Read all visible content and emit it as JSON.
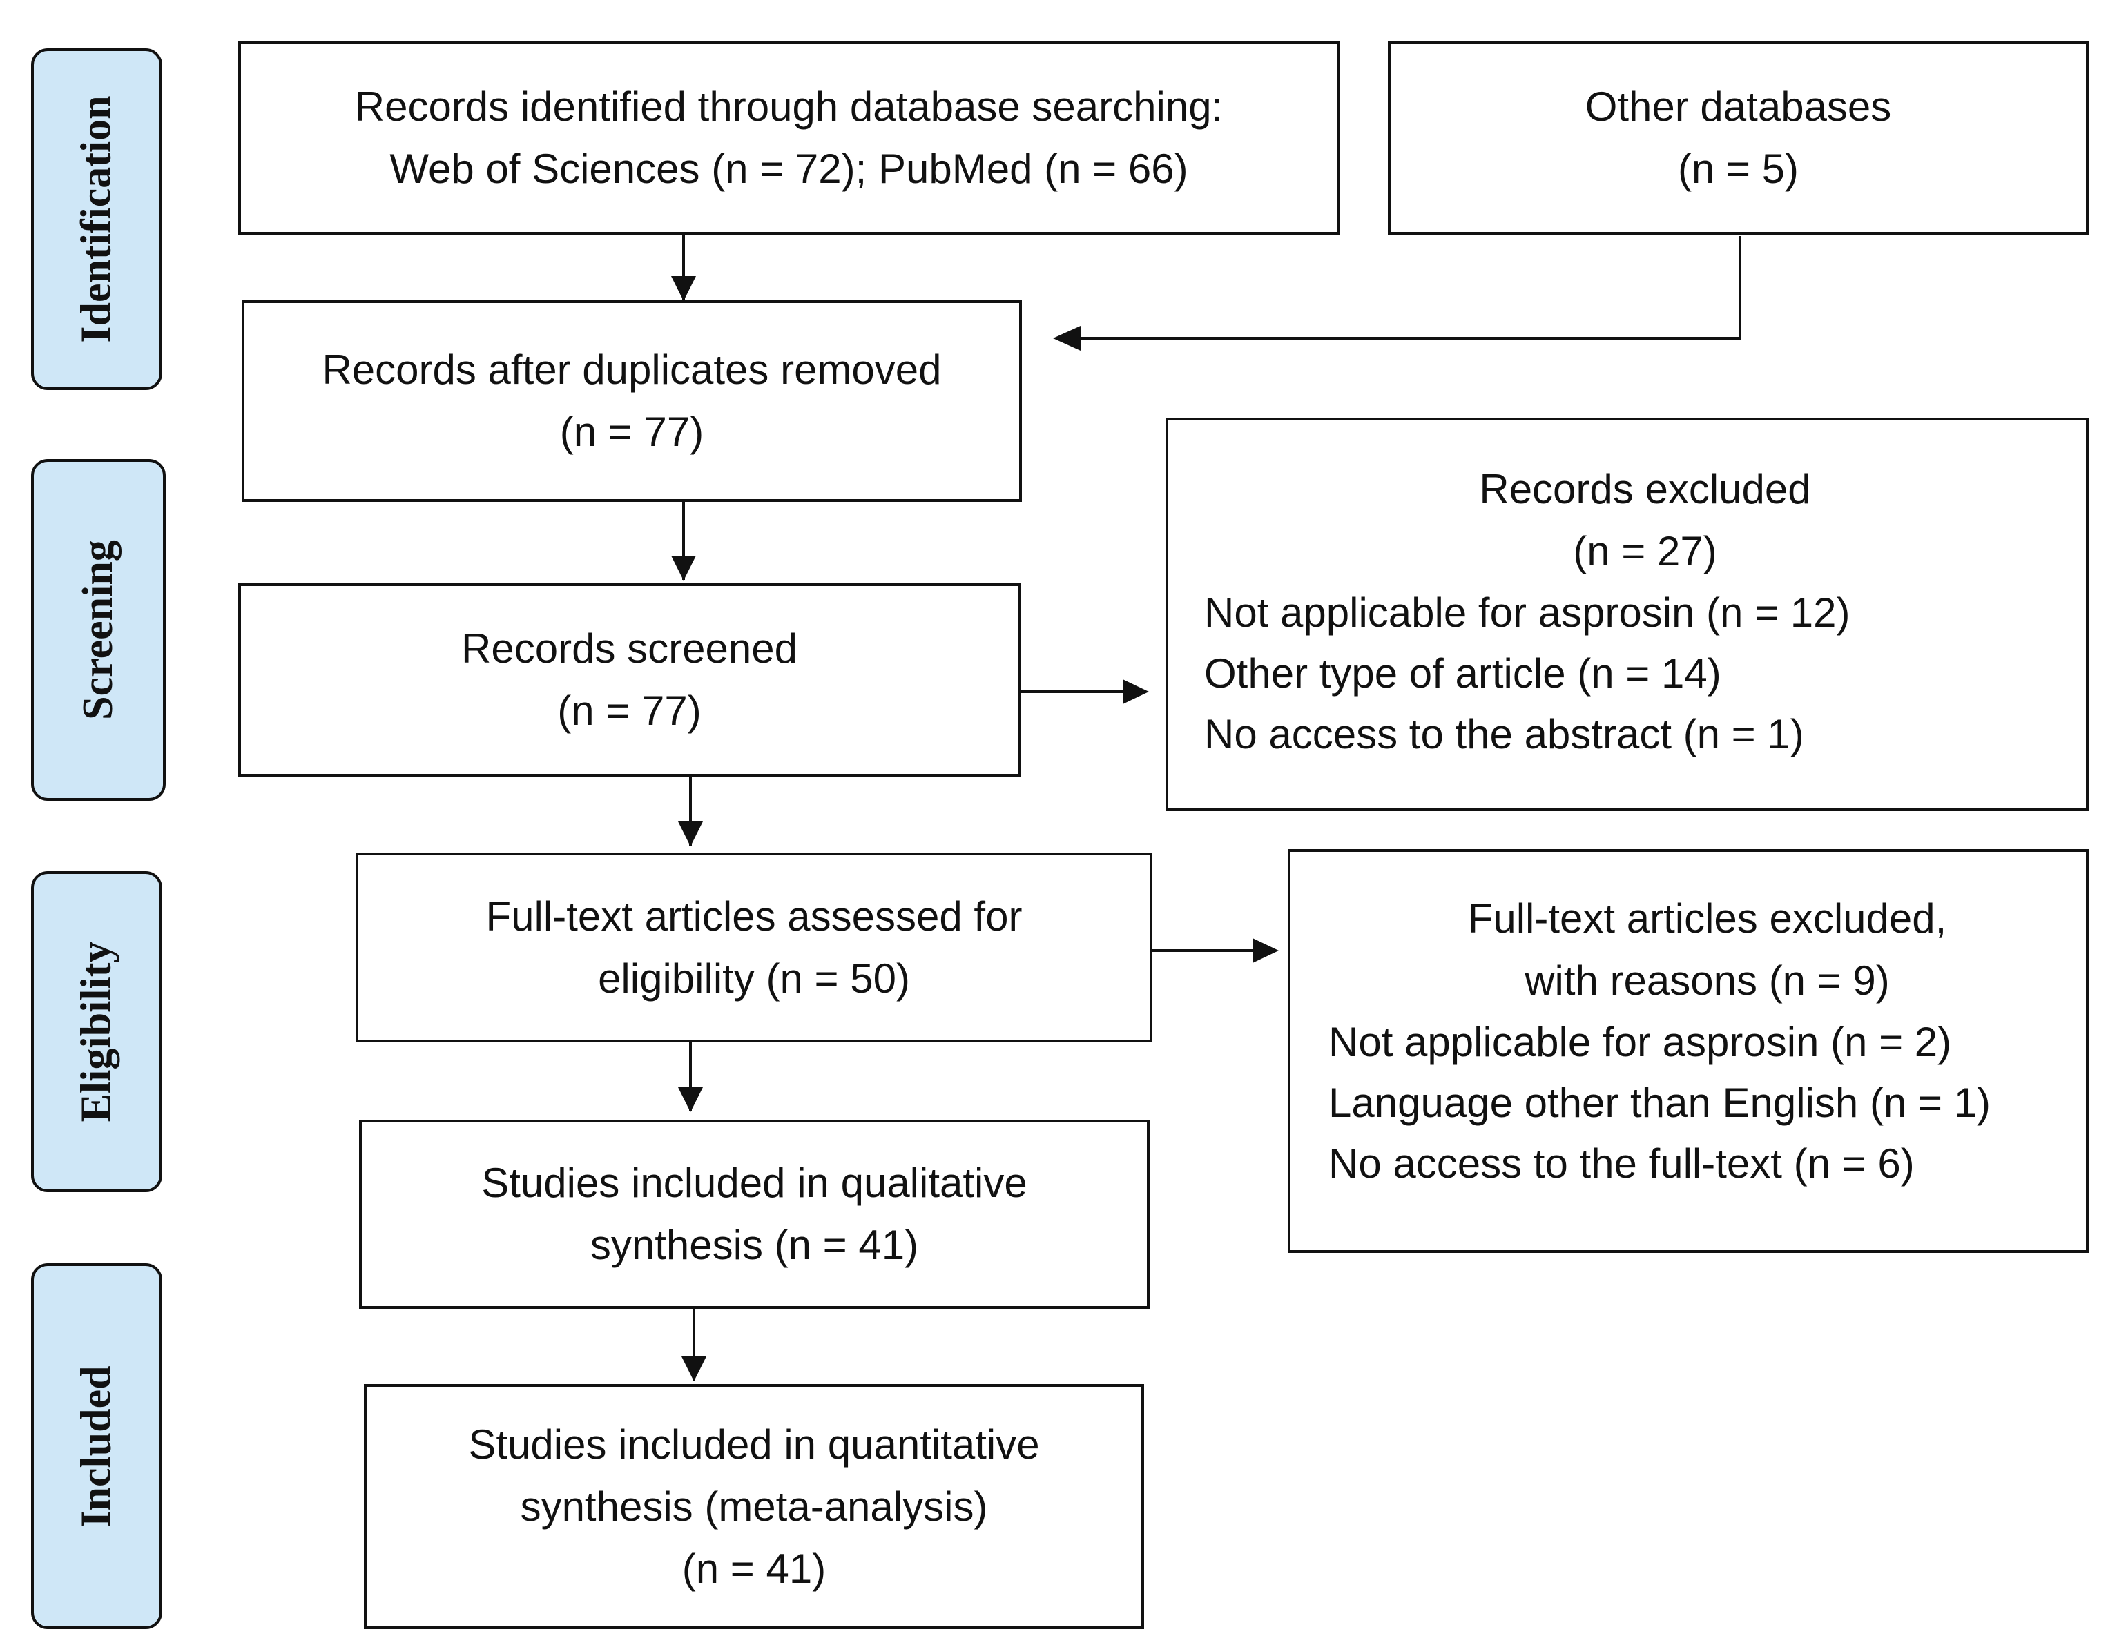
{
  "stages": {
    "identification": "Identification",
    "screening": "Screening",
    "eligibility": "Eligibility",
    "included": "Included"
  },
  "boxes": {
    "records_identified": {
      "lines": [
        "Records identified through database searching:",
        "Web of Sciences (n = 72); PubMed (n = 66)"
      ]
    },
    "other_databases": {
      "lines": [
        "Other databases",
        "(n = 5)"
      ]
    },
    "after_duplicates": {
      "lines": [
        "Records after duplicates removed",
        "(n = 77)"
      ]
    },
    "records_screened": {
      "lines": [
        "Records screened",
        "(n = 77)"
      ]
    },
    "records_excluded": {
      "lines": [
        "Records excluded",
        "(n = 27)",
        "Not applicable for asprosin (n = 12)",
        "Other type of article (n = 14)",
        "No access to the abstract (n = 1)"
      ]
    },
    "fulltext_assessed": {
      "lines": [
        "Full-text articles assessed for",
        "eligibility (n = 50)"
      ]
    },
    "fulltext_excluded": {
      "lines": [
        "Full-text articles excluded,",
        "with reasons (n = 9)",
        "Not applicable for asprosin (n = 2)",
        "Language other than English (n = 1)",
        "No access to the full-text (n = 6)"
      ]
    },
    "qualitative": {
      "lines": [
        "Studies included in qualitative",
        "synthesis (n = 41)"
      ]
    },
    "quantitative": {
      "lines": [
        "Studies included in quantitative",
        "synthesis (meta-analysis)",
        "(n = 41)"
      ]
    }
  }
}
